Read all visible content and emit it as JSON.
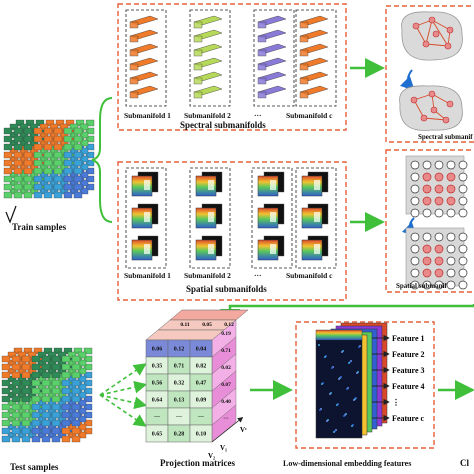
{
  "colors": {
    "accent_green": "#3fbf3a",
    "dash_orange": "#e8603c",
    "proj_cell": "#bfe6bf",
    "proj_cell_alt": "#dff2dc",
    "proj_header": "#7a8ad8",
    "proj_side": "#e88ed8",
    "proj_top": "#f4a9a0"
  },
  "train": {
    "label": "Train samples"
  },
  "test": {
    "label": "Test samples"
  },
  "spectral": {
    "title": "Spectral submanifolds",
    "items": [
      "Submanifold 1",
      "Submanifold 2",
      "···",
      "Submanifold c"
    ],
    "graph_label": "Spectral submanif"
  },
  "spatial": {
    "title": "Spatial submanifolds",
    "items": [
      "Submanifold 1",
      "Submanifold 2",
      "···",
      "Submanifold c"
    ],
    "graph_label": "Spatial submanif"
  },
  "projection": {
    "label": "Projection  matrices",
    "top_values": [
      "0.11",
      "0.05",
      "0.12"
    ],
    "row_values": [
      [
        "0.06",
        "0.12",
        "0.04"
      ],
      [
        "0.35",
        "0.71",
        "0.82"
      ],
      [
        "0.56",
        "0.32",
        "0.47"
      ],
      [
        "0.64",
        "0.13",
        "0.09"
      ],
      [
        "···",
        "···",
        "···"
      ],
      [
        "0.65",
        "0.28",
        "0.10"
      ]
    ],
    "side_values": [
      "0.19",
      "0.71",
      "0.02",
      "0.07",
      "0.40",
      "···"
    ],
    "axis_labels": [
      "V₁",
      "V₂",
      "Vᶜ"
    ]
  },
  "embedding": {
    "label": "Low-dimensional embedding features",
    "features": [
      "Feature 1",
      "Feature 2",
      "Feature 3",
      "Feature 4",
      "⋮",
      "Feature c"
    ]
  },
  "classifier": {
    "label": "Cl"
  }
}
